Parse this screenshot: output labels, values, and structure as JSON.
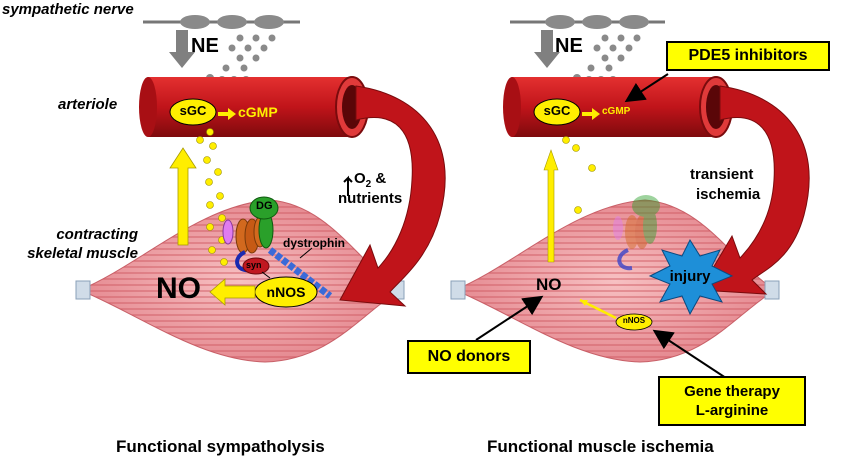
{
  "labels": {
    "sympathetic_nerve": "sympathetic nerve",
    "arteriole": "arteriole",
    "contracting_muscle_line1": "contracting",
    "contracting_muscle_line2": "skeletal muscle",
    "ne": "NE",
    "sgc": "sGC",
    "cgmp": "cGMP",
    "no": "NO",
    "nnos": "nNOS",
    "dg": "DG",
    "syn": "syn",
    "dystrophin": "dystrophin",
    "o2_nutrients_o": "O",
    "o2_nutrients_sub": "2",
    "o2_nutrients_amp": " &",
    "nutrients": "nutrients",
    "transient_line1": "transient",
    "transient_line2": "ischemia",
    "injury": "injury"
  },
  "boxes": {
    "pde5": "PDE5 inhibitors",
    "no_donors": "NO donors",
    "gene_therapy_line1": "Gene therapy",
    "gene_therapy_line2": "L-arginine"
  },
  "captions": {
    "left": "Functional sympatholysis",
    "right": "Functional muscle ischemia"
  },
  "colors": {
    "vessel": "#c0141a",
    "vessel_dark": "#8e0d10",
    "muscle": "#f0a0a4",
    "muscle_stripe": "#d86a70",
    "yellow": "#ffee00",
    "injury": "#1e8fd8"
  }
}
